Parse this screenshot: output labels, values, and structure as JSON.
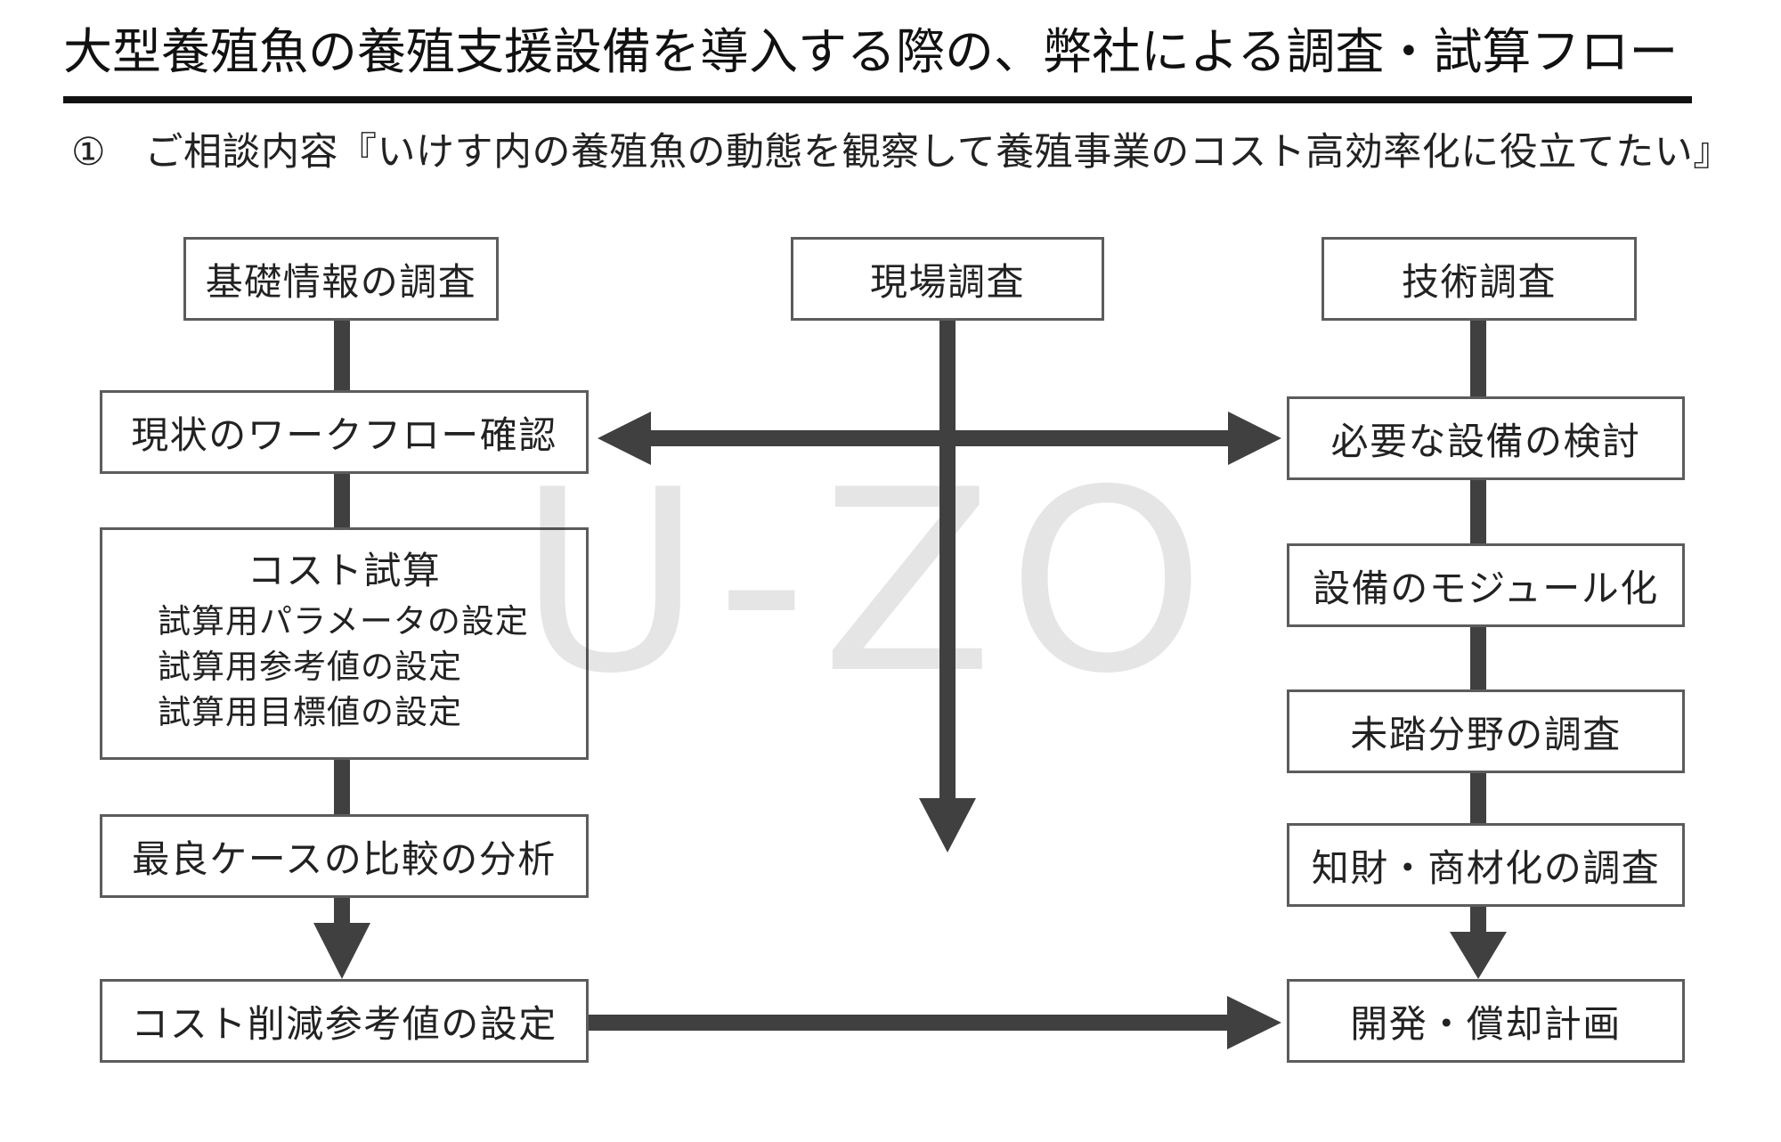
{
  "title": "大型養殖魚の養殖支援設備を導入する際の、弊社による調査・試算フロー",
  "subtitle": "①　ご相談内容『いけす内の養殖魚の動態を観察して養殖事業のコスト高効率化に役立てたい』",
  "watermark": "U-ZO",
  "flow": {
    "left": {
      "header": "基礎情報の調査",
      "workflow_check": "現状のワークフロー確認",
      "cost_estimate": {
        "heading": "コスト試算",
        "items": [
          "試算用パラメータの設定",
          "試算用参考値の設定",
          "試算用目標値の設定"
        ]
      },
      "best_case_analysis": "最良ケースの比較の分析",
      "cost_reduction_reference": "コスト削減参考値の設定"
    },
    "center": {
      "header": "現場調査"
    },
    "right": {
      "header": "技術調査",
      "steps": [
        "必要な設備の検討",
        "設備のモジュール化",
        "未踏分野の調査",
        "知財・商材化の調査"
      ],
      "final": "開発・償却計画"
    }
  },
  "colors": {
    "arrow": "#404040",
    "border": "#5c5c5c",
    "text": "#222222",
    "title": "#111111"
  }
}
